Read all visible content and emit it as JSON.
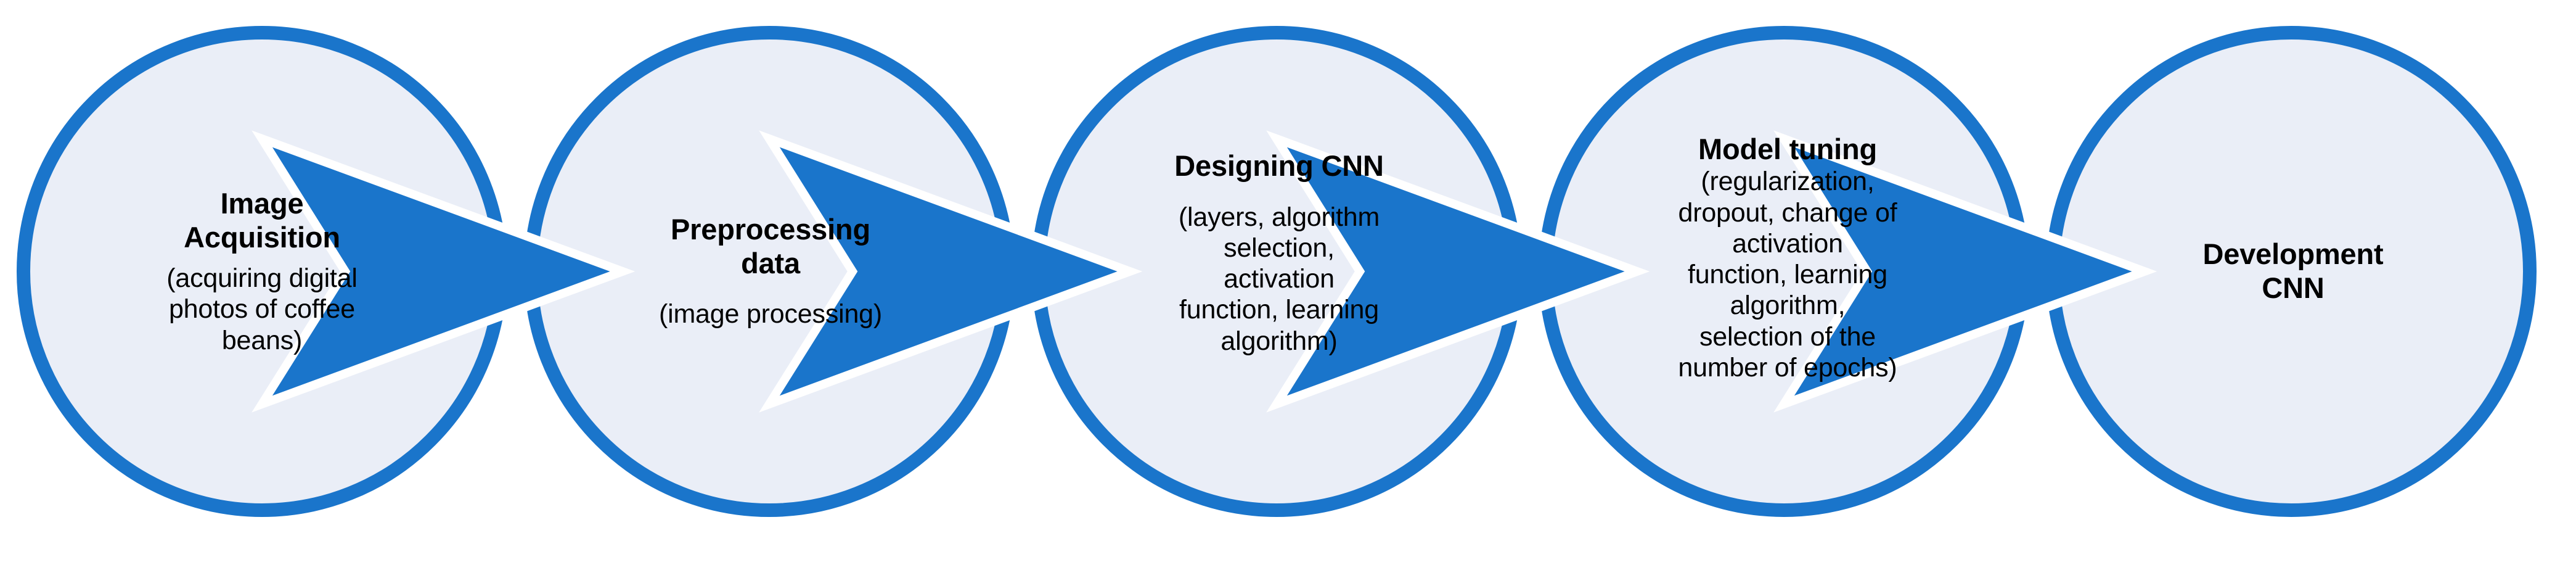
{
  "diagram": {
    "type": "process-flow",
    "orientation": "horizontal-left-to-right",
    "shape": "circle",
    "connector": "chevron-arrow",
    "background_color": "#ffffff",
    "node_fill_color": "#eaeef7",
    "node_border_color": "#1a75cb",
    "arrow_color": "#1a75cb",
    "text_color": "#000000",
    "node_count": 5,
    "steps": [
      {
        "index": 1,
        "title": "Image\nAcquisition",
        "subtitle": "(acquiring digital\nphotos of coffee\nbeans)",
        "arrow_after": true
      },
      {
        "index": 2,
        "title": "Preprocessing\ndata",
        "subtitle": "(image processing)",
        "arrow_after": true
      },
      {
        "index": 3,
        "title": "Designing CNN",
        "subtitle": "(layers, algorithm\nselection,\nactivation\nfunction, learning\nalgorithm)",
        "arrow_after": true
      },
      {
        "index": 4,
        "title": "Model tuning",
        "subtitle": "(regularization,\ndropout, change of\nactivation\nfunction, learning\nalgorithm,\nselection of the\nnumber of epochs)",
        "arrow_after": true
      },
      {
        "index": 5,
        "title": "Development\nCNN",
        "subtitle": "",
        "arrow_after": false
      }
    ]
  }
}
